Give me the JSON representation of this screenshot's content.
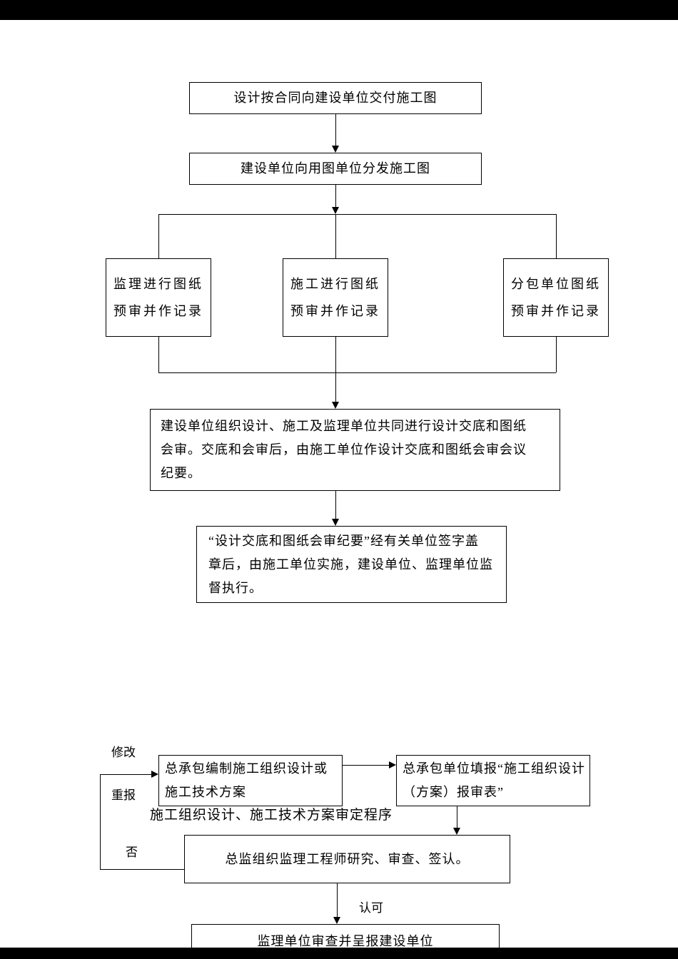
{
  "chart1": {
    "deliver": "设计按合同向建设单位交付施工图",
    "distribute": "建设单位向用图单位分发施工图",
    "review_supervision": [
      "监理进行图纸",
      "预审并作记录"
    ],
    "review_construction": [
      "施工进行图纸",
      "预审并作记录"
    ],
    "review_subcontractor": [
      "分包单位图纸",
      "预审并作记录"
    ],
    "joint_review": [
      "建设单位组织设计、施工及监理单位共同进行设计交底和图纸",
      "会审。交底和会审后，由施工单位作设计交底和图纸会审会议",
      "纪要。"
    ],
    "minutes": [
      "“设计交底和图纸会审纪要”经有关单位签字盖",
      "章后，由施工单位实施，建设单位、监理单位监",
      "督执行。"
    ]
  },
  "chart2": {
    "title": "施工组织设计、施工技术方案审定程序",
    "labels": {
      "modify": "修改",
      "resubmit": "重报",
      "reject": "否",
      "approve": "认可"
    },
    "compile": [
      "总承包编制施工组织设计或",
      "施工技术方案"
    ],
    "submit": [
      "总承包单位填报“施工组织设计",
      "（方案）报审表”"
    ],
    "review": "总监组织监理工程师研究、审查、签认。",
    "report": "监理单位审查并呈报建设单位"
  }
}
